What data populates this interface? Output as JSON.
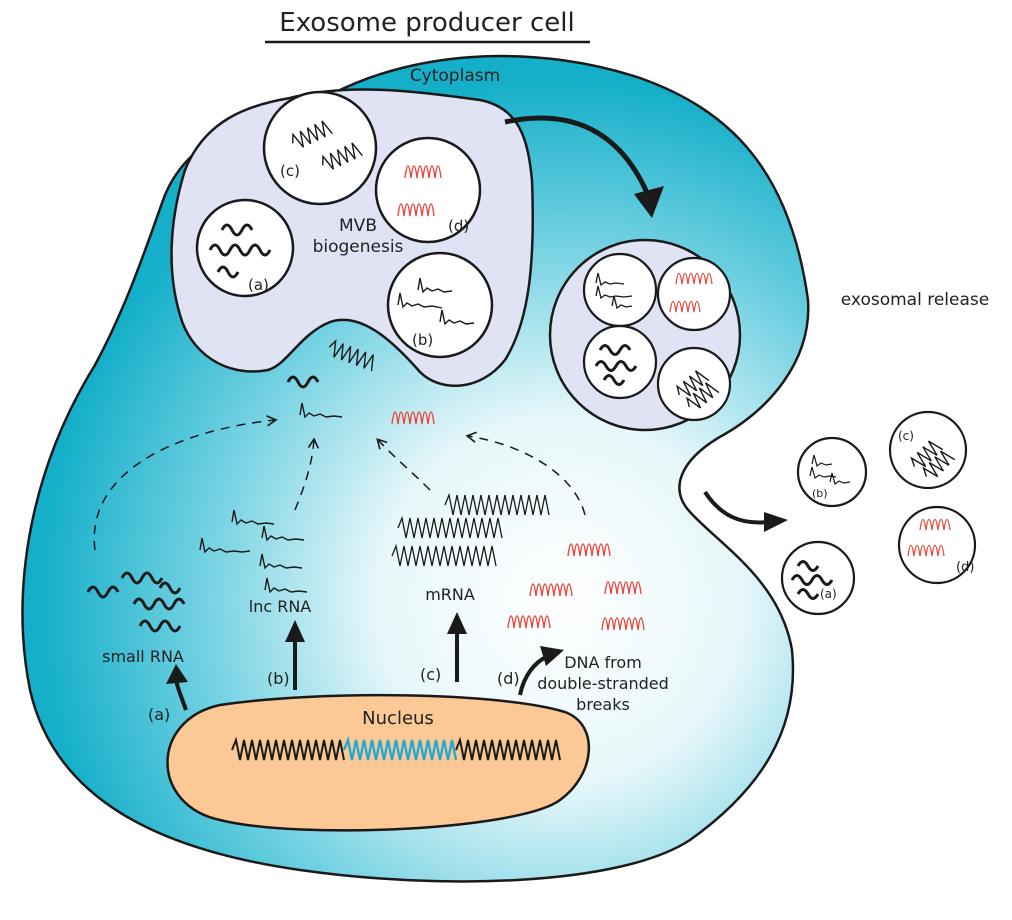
{
  "title": "Exosome producer cell",
  "labels": {
    "cytoplasm": "Cytoplasm",
    "mvb_line1": "MVB",
    "mvb_line2": "biogenesis",
    "exosomal_release": "exosomal release",
    "nucleus": "Nucleus",
    "small_rna": "small RNA",
    "lnc_rna": "lnc RNA",
    "mrna": "mRNA",
    "dna_line1": "DNA from",
    "dna_line2": "double-stranded",
    "dna_line3": "breaks"
  },
  "markers": {
    "a": "(a)",
    "b": "(b)",
    "c": "(c)",
    "d": "(d)"
  },
  "colors": {
    "cytoplasm": "#1bb3cc",
    "cytoplasm_light": "#eef9fb",
    "mvb_fill": "#dfe3f3",
    "nucleus": "#fcc996",
    "dna_highlight": "#27a9cf",
    "dna_break": "#e8483d",
    "ink": "#1a1a1a"
  }
}
